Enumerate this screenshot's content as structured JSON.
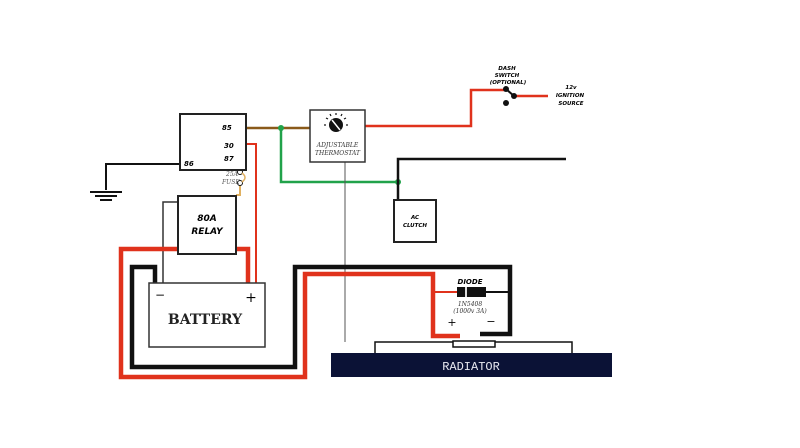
{
  "title": "Electric fan wiring with adjustable thermostat",
  "colors": {
    "red_wire": "#e0321c",
    "black_wire": "#111111",
    "brown_wire": "#8a5a1a",
    "green_wire": "#21a24a",
    "fuse_wire": "#e0b060",
    "radiator_fill": "#0b1236",
    "radiator_text": "#e8e8f0"
  },
  "components": {
    "control_relay": {
      "pins": {
        "p85": "85",
        "p30": "30",
        "p87": "87",
        "p86": "86"
      }
    },
    "fuse": {
      "line1": "25A",
      "line2": "FUSE"
    },
    "thermostat": {
      "line1": "ADJUSTABLE",
      "line2": "THERMOSTAT",
      "icon": "dial-knob-icon"
    },
    "dash_switch": {
      "line1": "DASH",
      "line2": "SWITCH",
      "line3": "(OPTIONAL)"
    },
    "ignition": {
      "line1": "12v",
      "line2": "IGNITION",
      "line3": "SOURCE"
    },
    "ac_clutch": {
      "line1": "AC",
      "line2": "CLUTCH"
    },
    "power_relay": {
      "line1": "80A",
      "line2": "RELAY"
    },
    "battery": {
      "label": "BATTERY",
      "neg": "−",
      "pos": "+"
    },
    "diode": {
      "label": "DIODE",
      "part": "1N5408",
      "rating": "(1000v 3A)",
      "pos": "+",
      "neg": "−"
    },
    "radiator": {
      "label": "RADIATOR"
    },
    "ground": {
      "icon": "ground-symbol-icon"
    }
  }
}
